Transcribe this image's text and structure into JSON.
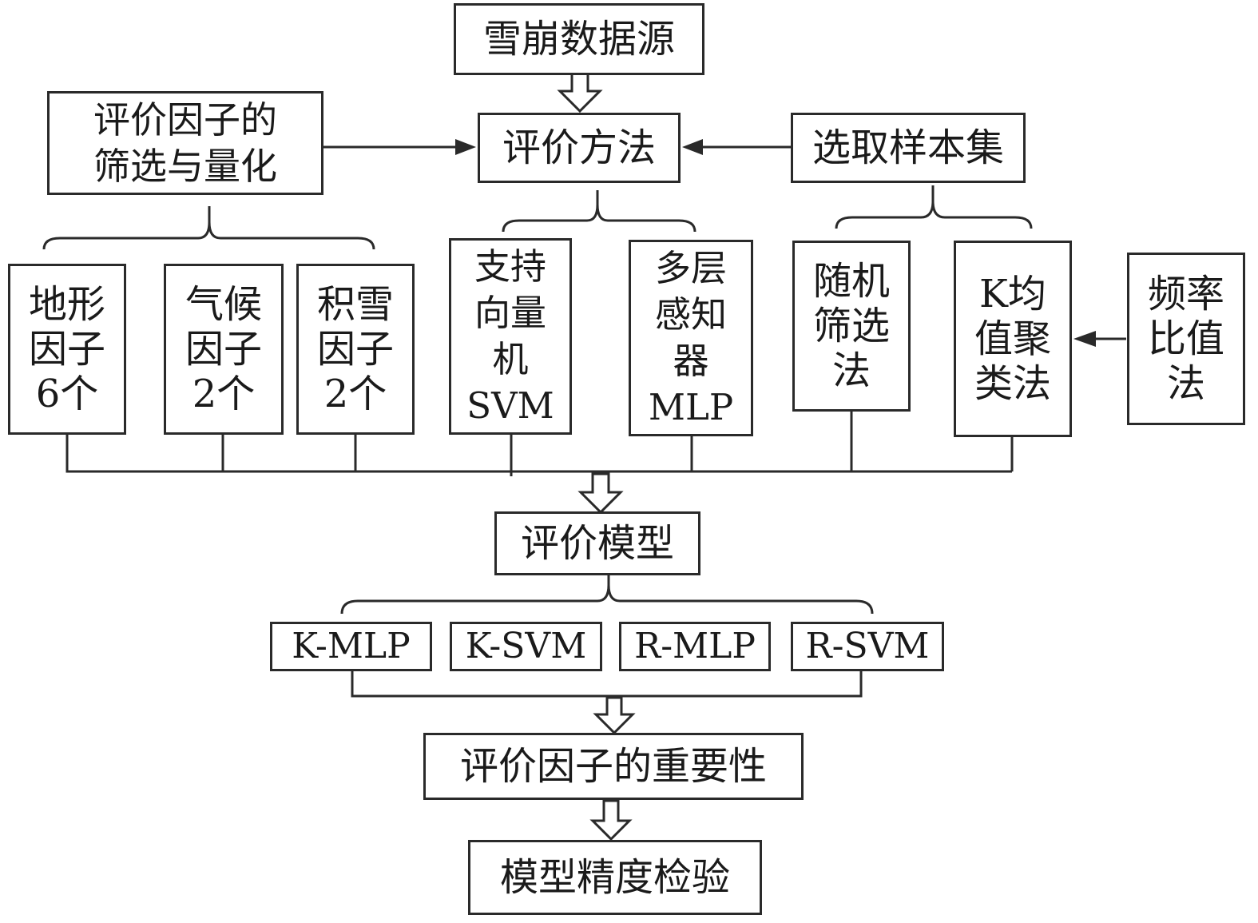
{
  "nodes": {
    "data_source": "雪崩数据源",
    "factor_selection": "评价因子的\n筛选与量化",
    "eval_method": "评价方法",
    "sample_set": "选取样本集",
    "terrain": "地形\n因子\n6个",
    "climate": "气候\n因子\n2个",
    "snow": "积雪\n因子\n2个",
    "svm": "支持\n向量\n机\nSVM",
    "mlp": "多层\n感知\n器\nMLP",
    "random": "随机\n筛选\n法",
    "kmeans": "K均\n值聚\n类法",
    "freq_ratio": "频率\n比值\n法",
    "eval_model": "评价模型",
    "k_mlp": "K-MLP",
    "k_svm": "K-SVM",
    "r_mlp": "R-MLP",
    "r_svm": "R-SVM",
    "importance": "评价因子的重要性",
    "accuracy": "模型精度检验"
  },
  "colors": {
    "line": "#2a2a2a",
    "border": "#2a2a2a",
    "text": "#1a1a1a"
  }
}
